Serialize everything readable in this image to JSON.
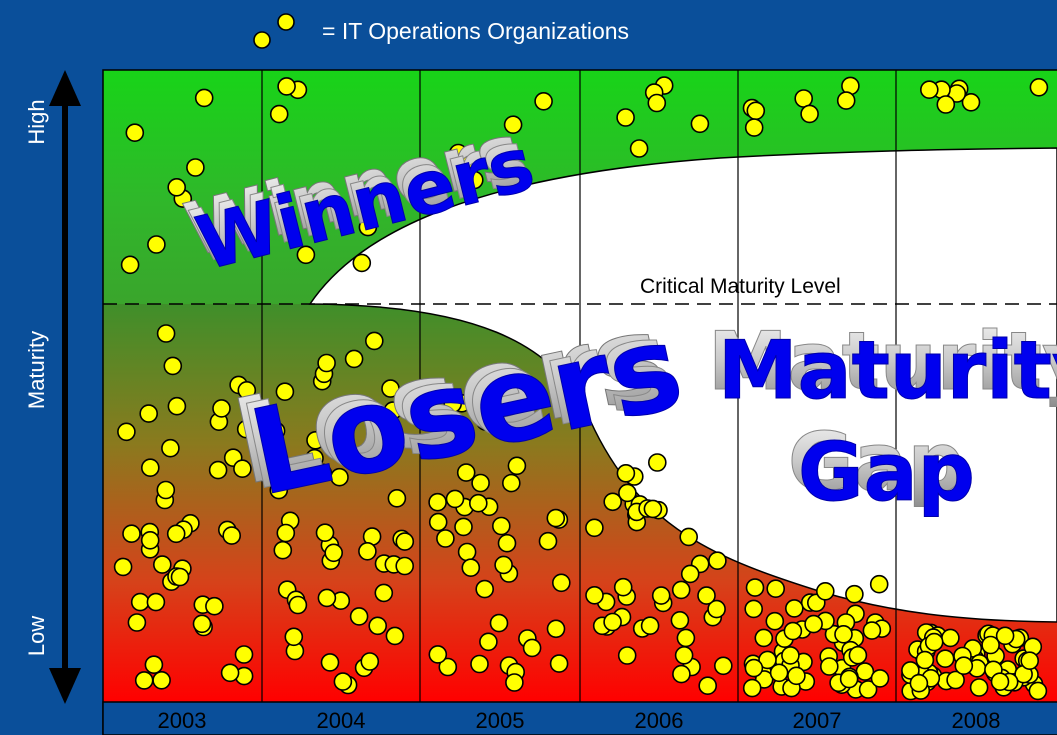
{
  "legend": {
    "label": "= IT Operations Organizations",
    "icon": "yellow-dots-icon"
  },
  "y_axis": {
    "label": "Maturity",
    "high_label": "High",
    "low_label": "Low"
  },
  "x_axis": {
    "years": [
      "2003",
      "2004",
      "2005",
      "2006",
      "2007",
      "2008"
    ]
  },
  "reference_line": {
    "label": "Critical Maturity Level"
  },
  "regions": {
    "winners": {
      "label": "Winners"
    },
    "losers": {
      "label": "Losers"
    },
    "gap": {
      "label_line1": "Maturity",
      "label_line2": "Gap"
    }
  },
  "colors": {
    "background": "#0a4f9a",
    "winners_green": "#1ec81e",
    "losers_red": "#ff0000",
    "dot_fill": "#ffff00",
    "label_blue": "#0000ee",
    "year_bar": "#0a4f9a"
  }
}
